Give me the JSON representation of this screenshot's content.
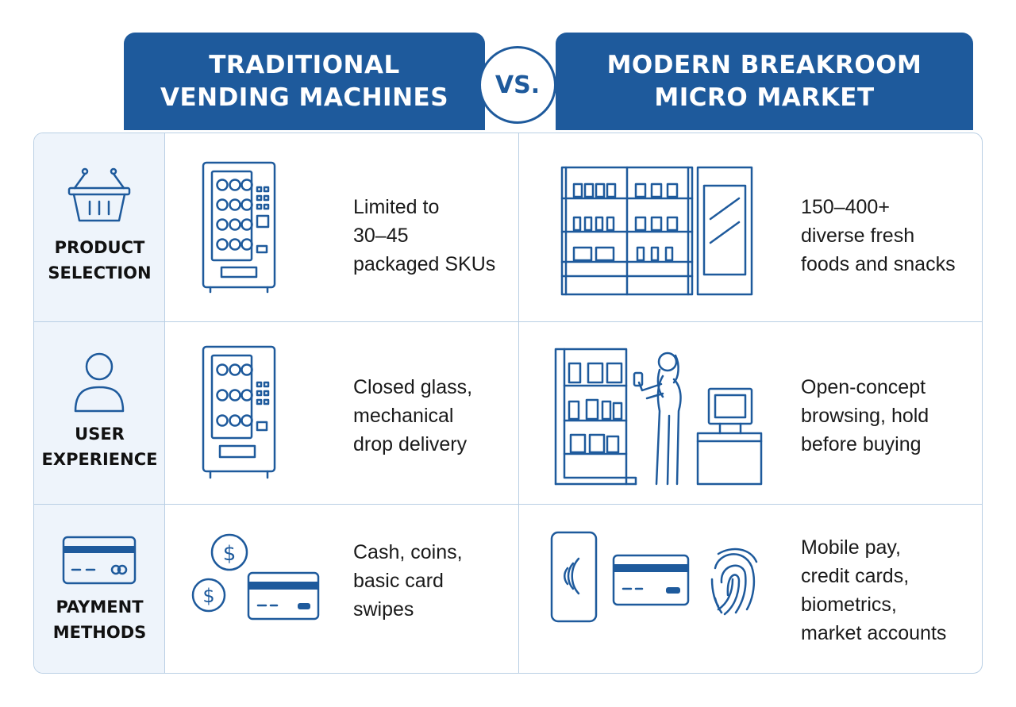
{
  "header": {
    "left_title": [
      "TRADITIONAL",
      "VENDING MACHINES"
    ],
    "vs_label": "VS.",
    "right_title": [
      "MODERN BREAKROOM",
      "MICRO MARKET"
    ]
  },
  "rows": [
    {
      "label": [
        "PRODUCT",
        "SELECTION"
      ],
      "row_icon": "shopping-basket-icon",
      "traditional": {
        "icon": "vending-machine-icon",
        "text": [
          "Limited to",
          "30–45",
          "packaged SKUs"
        ]
      },
      "micro_market": {
        "icon": "shelving-and-cooler-icon",
        "text": [
          "150–400+",
          "diverse fresh",
          "foods and snacks"
        ]
      }
    },
    {
      "label": [
        "USER",
        "EXPERIENCE"
      ],
      "row_icon": "user-icon",
      "traditional": {
        "icon": "vending-machine-icon",
        "text": [
          "Closed glass,",
          "mechanical",
          "drop delivery"
        ]
      },
      "micro_market": {
        "icon": "shopper-at-kiosk-icon",
        "text": [
          "Open-concept",
          "browsing, hold",
          "before buying"
        ]
      }
    },
    {
      "label": [
        "PAYMENT",
        "METHODS"
      ],
      "row_icon": "credit-card-icon",
      "traditional": {
        "icon": "coins-and-card-icon",
        "text": [
          "Cash, coins,",
          "basic card",
          "swipes"
        ]
      },
      "micro_market": {
        "icon": "phone-card-fingerprint-icon",
        "text": [
          "Mobile pay,",
          "credit cards,",
          "biometrics,",
          "market accounts"
        ]
      }
    }
  ],
  "colors": {
    "accent": "#1e5a9c",
    "label_column_bg": "#eef4fb",
    "grid_border": "#b9cfe4"
  }
}
